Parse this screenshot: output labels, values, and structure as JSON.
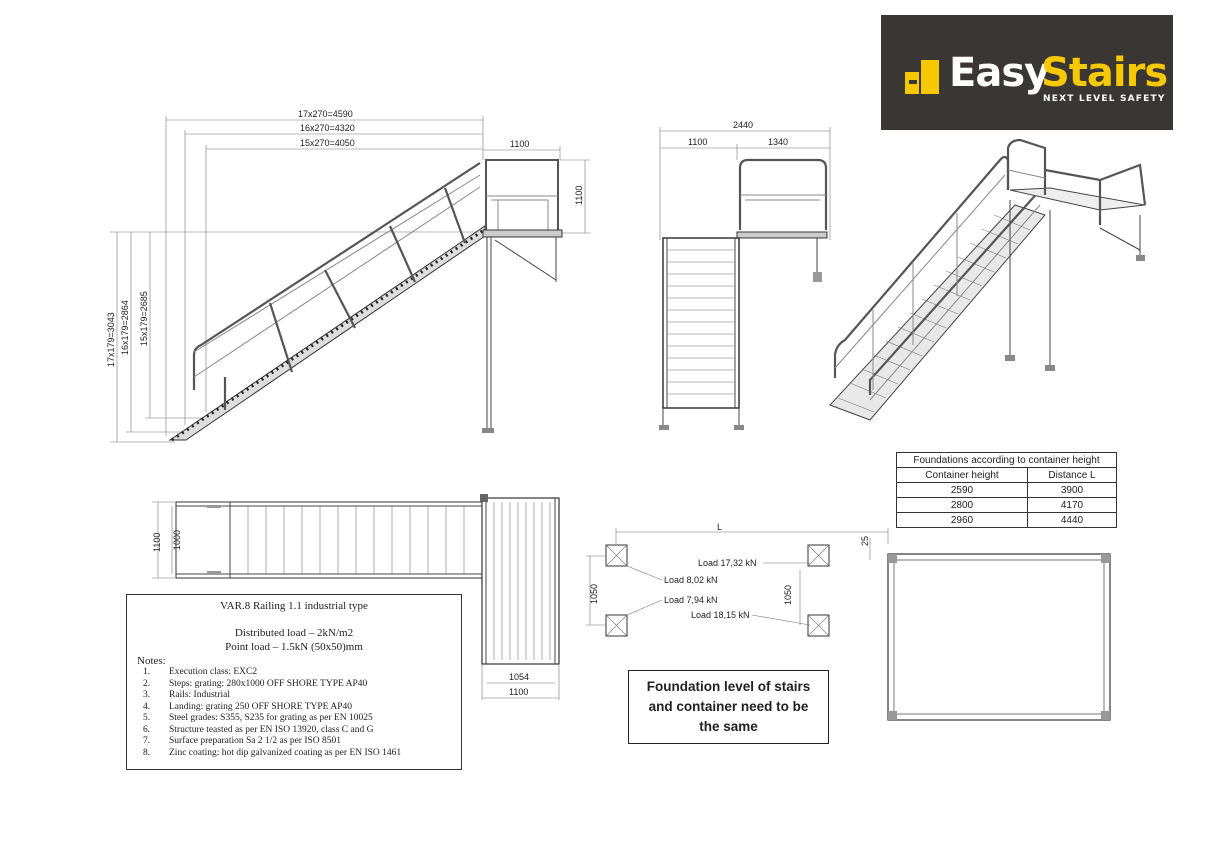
{
  "logo": {
    "word1": "Easy",
    "word2": "Stairs",
    "tagline": "NEXT LEVEL SAFETY",
    "colors": {
      "background": "#3a3633",
      "accent": "#f5c800",
      "text": "#ffffff"
    }
  },
  "side_view": {
    "dim_top_1": "17x270=4590",
    "dim_top_2": "16x270=4320",
    "dim_top_3": "15x270=4050",
    "dim_landing": "1100",
    "dim_rail_height": "1100",
    "dim_v_1": "17x179=3043",
    "dim_v_2": "16x179=2864",
    "dim_v_3": "15x179=2685"
  },
  "front_view": {
    "dim_total": "2440",
    "dim_left": "1100",
    "dim_right": "1340"
  },
  "foundation_table": {
    "title": "Foundations according to container height",
    "headers": [
      "Container height",
      "Distance L"
    ],
    "rows": [
      [
        "2590",
        "3900"
      ],
      [
        "2800",
        "4170"
      ],
      [
        "2960",
        "4440"
      ]
    ]
  },
  "plan_view": {
    "dim_width_outer": "1100",
    "dim_width_inner": "1000",
    "dim_landing_inner": "1054",
    "dim_landing_outer": "1100"
  },
  "foundation_plan": {
    "dim_L": "L",
    "dim_offset": "25",
    "dim_v_left": "1050",
    "dim_v_right": "1050",
    "load_1": "Load 17,32 kN",
    "load_2": "Load 8,02 kN",
    "load_3": "Load 7,94 kN",
    "load_4": "Load 18,15 kN"
  },
  "notes": {
    "title": "VAR.8 Railing 1.1 industrial type",
    "distributed_load": "Distributed load – 2kN/m2",
    "point_load": "Point load – 1.5kN (50x50)mm",
    "heading": "Notes:",
    "items": [
      {
        "n": "1.",
        "text": "Execution class: EXC2"
      },
      {
        "n": "2.",
        "text": "Steps: grating: 280x1000 OFF SHORE TYPE AP40"
      },
      {
        "n": "3.",
        "text": "Rails: Industrial"
      },
      {
        "n": "4.",
        "text": "Landing: grating 250 OFF SHORE TYPE AP40"
      },
      {
        "n": "5.",
        "text": "Steel grades: S355, S235 for grating as per EN 10025"
      },
      {
        "n": "6.",
        "text": "Structure teasted as per EN ISO 13920, class C and G"
      },
      {
        "n": "7.",
        "text": "Surface preparation Sa 2 1/2 as per ISO 8501"
      },
      {
        "n": "8.",
        "text": "Zinc coating: hot dip galvanized coating as per EN ISO 1461"
      }
    ]
  },
  "foundation_note": {
    "line1": "Foundation level of stairs",
    "line2": "and container need to be",
    "line3": "the same"
  }
}
